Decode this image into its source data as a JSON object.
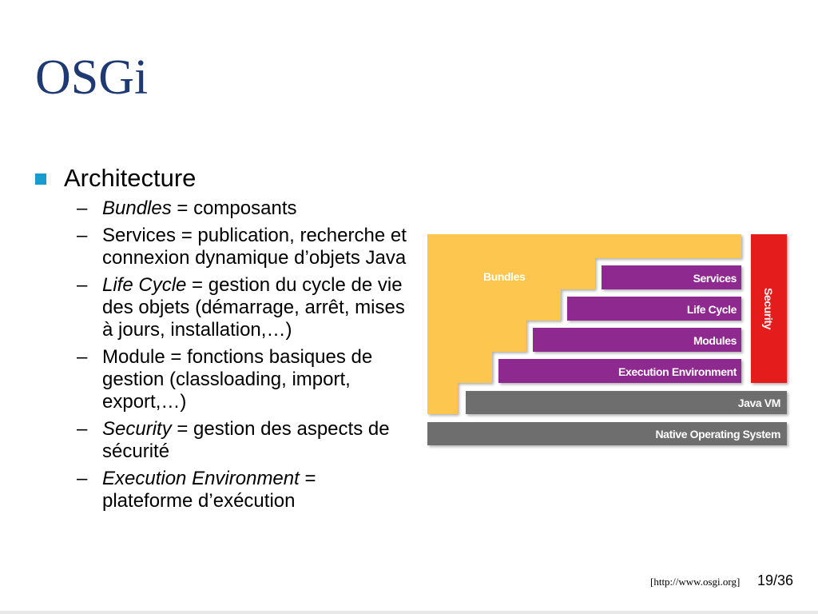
{
  "slide": {
    "title": "OSGi",
    "bullet": "Architecture",
    "items": [
      {
        "term": "Bundles",
        "text": " = composants"
      },
      {
        "term": "",
        "text": "Services = publication, recherche et connexion dynamique d’objets Java"
      },
      {
        "term": "Life Cycle",
        "text": " = gestion du cycle de vie des objets (démarrage, arrêt, mises à jours, installation,…)"
      },
      {
        "term": "",
        "text": "Module = fonctions basiques de gestion (classloading, import, export,…)"
      },
      {
        "term": "Security",
        "text": " = gestion des aspects de sécurité"
      },
      {
        "term": "Execution Environment",
        "text": " = plateforme d’exécution"
      }
    ],
    "dash": "–"
  },
  "diagram": {
    "bundles": "Bundles",
    "services": "Services",
    "life_cycle": "Life Cycle",
    "modules": "Modules",
    "execution_environment": "Execution Environment",
    "security": "Security",
    "java_vm": "Java VM",
    "native_os": "Native Operating System",
    "colors": {
      "bundles": "#fcc64f",
      "layers": "#8e2a8f",
      "security": "#e41e1e",
      "vm": "#6e6e6e"
    }
  },
  "footer": {
    "source": "[http://www.osgi.org]",
    "page": "19/36"
  }
}
